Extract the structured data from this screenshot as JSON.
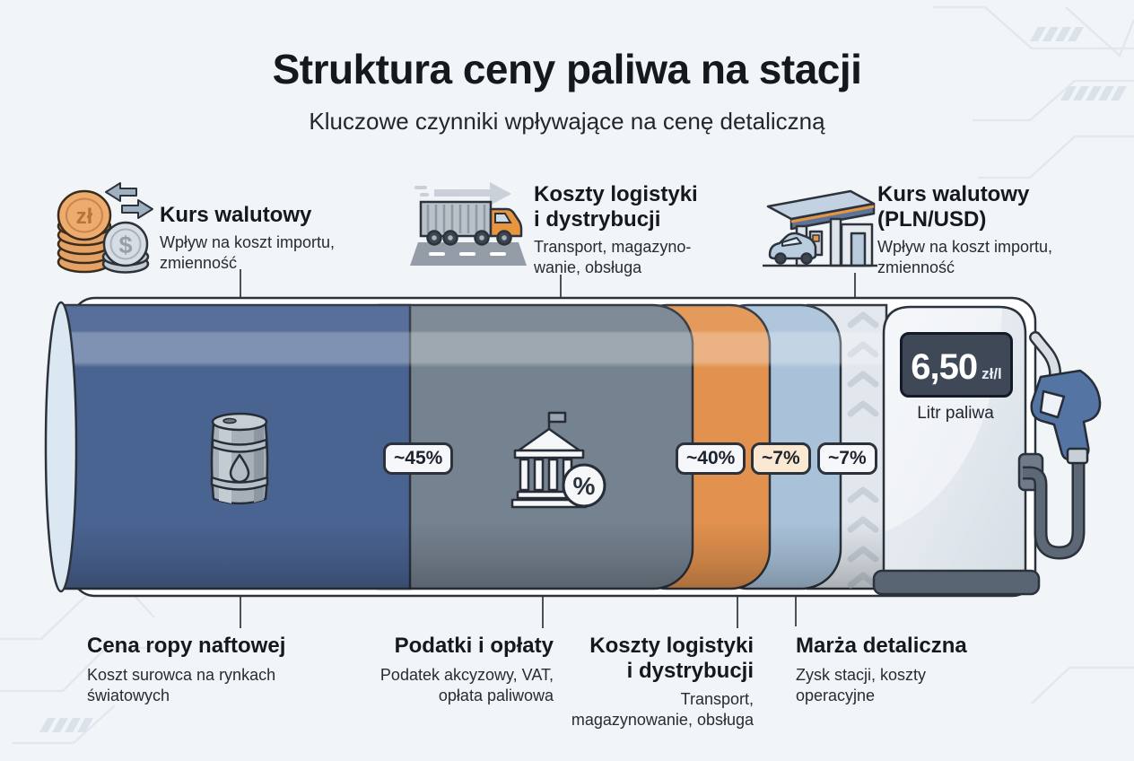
{
  "header": {
    "title": "Struktura ceny paliwa na stacji",
    "subtitle": "Kluczowe czynniki wpływające na cenę detaliczną"
  },
  "top_annotations": [
    {
      "icon": "pln-usd-coins-icon",
      "title_lines": [
        "Kurs walutowy"
      ],
      "desc_lines": [
        "Wpływ na koszt importu,",
        "zmienność"
      ]
    },
    {
      "icon": "delivery-truck-icon",
      "title_lines": [
        "Koszty logistyki",
        "i dystrybucji"
      ],
      "desc_lines": [
        "Transport, magazyno-",
        "wanie, obsługa"
      ]
    },
    {
      "icon": "gas-station-icon",
      "title_lines": [
        "Kurs walutowy",
        "(PLN/USD)"
      ],
      "desc_lines": [
        "Wpływ na koszt importu,",
        "zmienność"
      ]
    }
  ],
  "tank": {
    "segments": [
      {
        "label": "Cena ropy naftowej",
        "share": "~45%",
        "color": "#4a6492",
        "icon": "oil-barrel-icon"
      },
      {
        "label": "Podatki i opłaty",
        "share": "~40%",
        "color": "#75828f",
        "icon": "bank-percent-icon"
      },
      {
        "label": "Koszty logistyki i dystrybucji",
        "share": "~7%",
        "color": "#e2924e"
      },
      {
        "label": "Marża detaliczna",
        "share": "~7%",
        "color": "#a9c2da"
      }
    ],
    "flow_strip_icon": "chevron-up-flow-icon"
  },
  "pump": {
    "price": "6,50",
    "unit": "zł/l",
    "caption": "Litr paliwa"
  },
  "bottom_annotations": [
    {
      "title_lines": [
        "Cena ropy naftowej"
      ],
      "desc_lines": [
        "Koszt surowca na rynkach",
        "światowych"
      ]
    },
    {
      "title_lines": [
        "Podatki i opłaty"
      ],
      "desc_lines": [
        "Podatek akcyzowy, VAT,",
        "opłata paliwowa"
      ]
    },
    {
      "title_lines": [
        "Koszty logistyki",
        "i dystrybucji"
      ],
      "desc_lines": [
        "Transport,",
        "magazynowanie, obsługa"
      ]
    },
    {
      "title_lines": [
        "Marża detaliczna"
      ],
      "desc_lines": [
        "Zysk stacji, koszty",
        "operacyjne"
      ]
    }
  ],
  "icon_glyphs": {
    "pln_coin": "zł",
    "usd_coin": "$",
    "tax_percent": "%"
  },
  "colors": {
    "background": "#f2f5f8",
    "outline": "#2b323c",
    "segment_oil": "#4a6492",
    "segment_tax": "#75828f",
    "segment_logistics": "#e2924e",
    "segment_margin": "#a9c2da",
    "display_bg": "#3e4857",
    "pump_body": "#e2e8ed"
  }
}
